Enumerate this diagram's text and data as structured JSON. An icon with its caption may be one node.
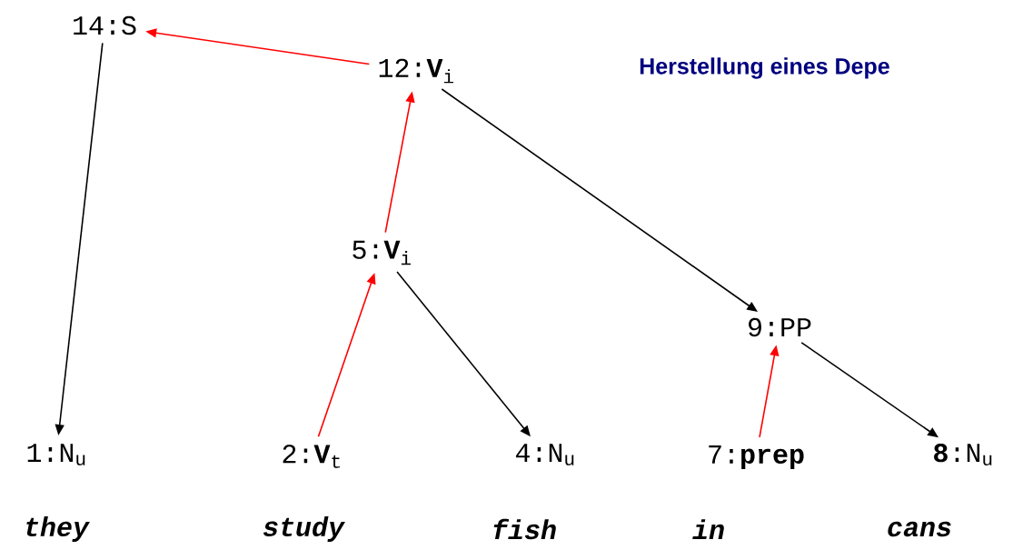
{
  "diagram": {
    "title": "Herstellung eines Depe",
    "nodes": [
      {
        "text": [
          "14:S"
        ]
      },
      {
        "text": [
          "12:**V**$_{i}$"
        ]
      },
      {
        "text": [
          "5:**V**$_{i}$"
        ]
      },
      {
        "text": [
          "9:PP"
        ]
      },
      {
        "text": [
          "1:N$_{u}$"
        ]
      },
      {
        "text": [
          "2:**V**$_{t}$"
        ]
      },
      {
        "text": [
          "4:N$_{u}$"
        ]
      },
      {
        "text": [
          "7:**prep**"
        ]
      },
      {
        "text": [
          "**8**:N$_{u}$"
        ]
      }
    ],
    "edges": [
      {
        "from": 1,
        "to": 0,
        "arrow": "to",
        "color": "#ff0000"
      },
      {
        "from": 0,
        "to": 4,
        "arrow": "to",
        "color": "#000000"
      },
      {
        "from": 2,
        "to": 1,
        "arrow": "to",
        "color": "#ff0000"
      },
      {
        "from": 1,
        "to": 3,
        "arrow": "to",
        "color": "#000000"
      },
      {
        "from": 5,
        "to": 2,
        "arrow": "to",
        "color": "#ff0000"
      },
      {
        "from": 2,
        "to": 6,
        "arrow": "to",
        "color": "#000000"
      },
      {
        "from": 7,
        "to": 3,
        "arrow": "to",
        "color": "#ff0000"
      },
      {
        "from": 3,
        "to": 8,
        "arrow": "to",
        "color": "#000000"
      }
    ],
    "labels": [
      "they",
      "study",
      "fish",
      "in",
      "cans"
    ]
  }
}
